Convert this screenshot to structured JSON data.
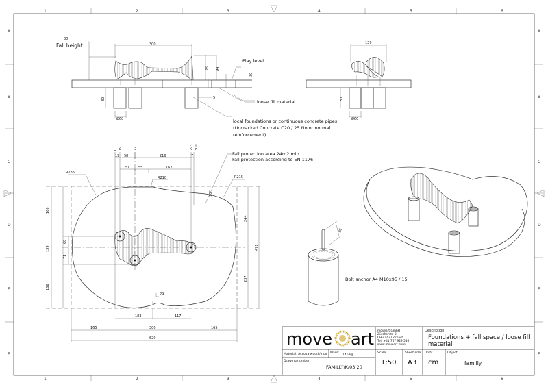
{
  "frame": {
    "columns": [
      "1",
      "2",
      "3",
      "4",
      "5",
      "6"
    ],
    "rows": [
      "A",
      "B",
      "C",
      "D",
      "E",
      "F"
    ]
  },
  "side_view": {
    "fall_height_value": "80",
    "fall_height_label": "Fall height",
    "width_dim": "300",
    "height_dim_1": "89",
    "height_dim_2": "94",
    "slab_dim": "30",
    "offset_dim": "5",
    "foundation_depth": "80",
    "foundation_diameter": "Ø60",
    "play_level_label": "Play level",
    "loose_fill_label": "loose fill material",
    "foundation_note": [
      "local foundations or continuous concrete pipes",
      "(Uncracked Concrete C20 / 25 No or normal",
      "reinforcement)"
    ]
  },
  "end_view": {
    "width_dim": "139",
    "foundation_depth": "80",
    "foundation_diameter": "Ø60"
  },
  "plan_view": {
    "top_dims": [
      "0",
      "19",
      "77",
      "293",
      "300"
    ],
    "row1_dims": [
      "19",
      "58",
      "216",
      "7"
    ],
    "row2_dims": [
      "51",
      "55",
      "162"
    ],
    "radius_left": "R235",
    "radius_mid": "R210",
    "radius_right": "R215",
    "angle": "10°",
    "left_dims": [
      "166",
      "139",
      "166"
    ],
    "inner_left_dims": [
      "60",
      "71"
    ],
    "right_dims": [
      "244",
      "237"
    ],
    "total_height": "471",
    "notch_dim": "29",
    "bottom_row1": [
      "183",
      "117"
    ],
    "bottom_row2": [
      "165",
      "300",
      "165"
    ],
    "total_width": "629",
    "fall_protection_note": [
      "Fall protection area 24m2 min",
      "Fall protection according to EN 1176"
    ]
  },
  "detail": {
    "bolt_dim": "38",
    "bolt_label": "Bolt anchor A4 M10x95 / 15"
  },
  "title_block": {
    "logo_text_left": "move",
    "logo_text_right": "art",
    "logo_color": "#c9a227",
    "company": [
      "moveart GmbH",
      "Zürcherstr. 8",
      "CH-4143 Dornach",
      "Tel. +41 767 929 546",
      "www.moveart.swiss"
    ],
    "description_label": "Description:",
    "description": [
      "Foundations + fall space / loose fill",
      "material"
    ],
    "material_label": "Material: Accoya wood /Inox",
    "mass_label": "Mass:",
    "mass_value": "146 kg",
    "drawing_number_label": "Drawing number:",
    "drawing_number": "FAMILLY/K/03.20",
    "scale_label": "Scale:",
    "scale": "1:50",
    "sheet_size_label": "Sheet size:",
    "sheet_size": "A3",
    "units_label": "Units",
    "units": "cm",
    "object_label": "Object:",
    "object": "familly"
  }
}
